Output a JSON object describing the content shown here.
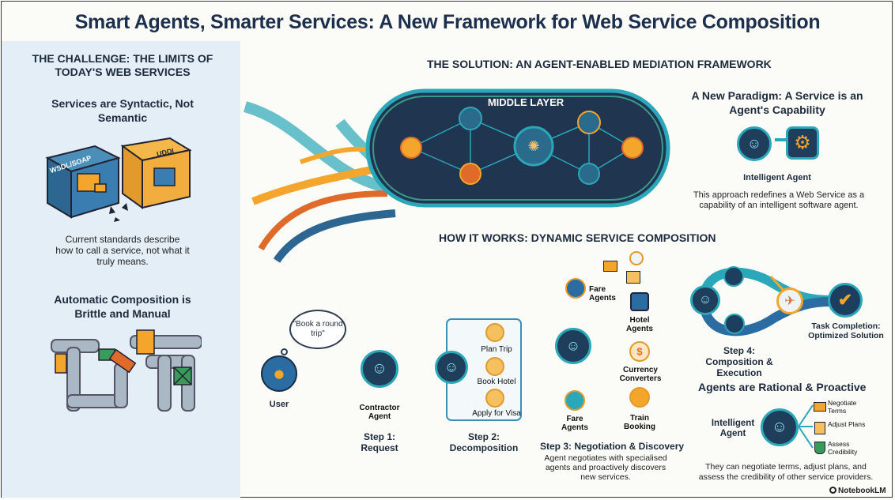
{
  "title": "Smart Agents, Smarter Services: A New Framework for Web Service Composition",
  "challenge": {
    "heading": "THE CHALLENGE: THE LIMITS OF TODAY'S WEB SERVICES",
    "syntactic_title": "Services are Syntactic, Not Semantic",
    "box_left_label": "WSDL/SOAP",
    "box_right_label": "UDDI",
    "syntactic_text": "Current standards describe how to call a service, not what it truly means.",
    "brittle_title": "Automatic Composition is Brittle and Manual"
  },
  "solution": {
    "heading": "THE SOLUTION: AN AGENT-ENABLED MEDIATION FRAMEWORK",
    "middle_layer": "MIDDLE LAYER",
    "paradigm_title": "A New Paradigm: A Service is an Agent's Capability",
    "intelligent_agent": "Intelligent Agent",
    "paradigm_text": "This approach redefines a Web Service as a capability of an intelligent software agent."
  },
  "how": {
    "heading": "HOW IT WORKS: DYNAMIC SERVICE COMPOSITION",
    "user_label": "User",
    "user_quote": "\"Book a round trip\"",
    "contractor_label": "Contractor Agent",
    "step1": "Step 1: Request",
    "tasks": [
      "Plan Trip",
      "Book Hotel",
      "Apply for Visa"
    ],
    "step2": "Step 2: Decomposition",
    "providers": {
      "fare_agents_top": "Fare Agents",
      "hotel_agents": "Hotel Agents",
      "currency_converters": "Currency Converters",
      "fare_agents_bottom": "Fare Agents",
      "train_booking": "Train Booking"
    },
    "step3": "Step 3: Negotiation & Discovery",
    "step3_text": "Agent negotiates with specialised agents and proactively discovers new services.",
    "step4": "Step 4: Composition & Execution",
    "task_completion": "Task Completion: Optimized Solution"
  },
  "rational": {
    "title": "Agents are Rational & Proactive",
    "agent_label": "Intelligent Agent",
    "abilities": [
      "Negotiate Terms",
      "Adjust Plans",
      "Assess Credibility"
    ],
    "text": "They can negotiate terms, adjust plans, and assess the credibility of other service providers."
  },
  "footer": "NotebookLM"
}
